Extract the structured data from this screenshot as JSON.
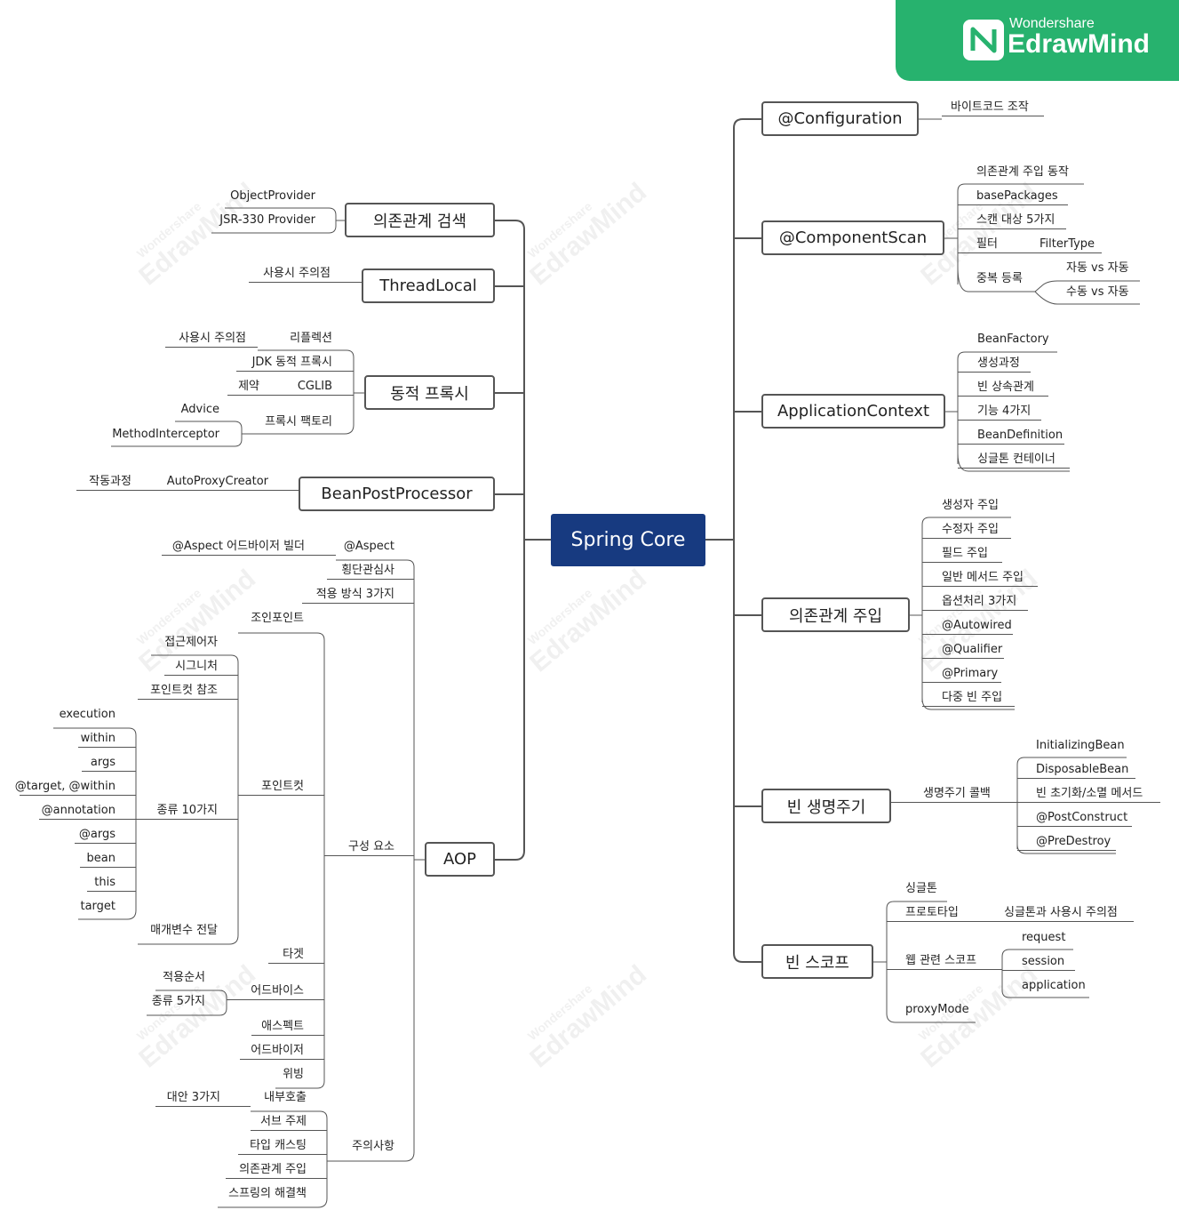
{
  "brand": {
    "line1": "Wondershare",
    "line2": "EdrawMind",
    "color": "#27b26e"
  },
  "watermark": {
    "line1": "Wondershare",
    "line2": "EdrawMind"
  },
  "root": {
    "label": "Spring Core",
    "color": "#173a80"
  },
  "right_topics": [
    {
      "label": "@Configuration",
      "children": [
        {
          "label": "바이트코드 조작"
        }
      ]
    },
    {
      "label": "@ComponentScan",
      "children": [
        {
          "label": "의존관계 주입 동작"
        },
        {
          "label": "basePackages"
        },
        {
          "label": "스캔 대상 5가지"
        },
        {
          "label": "필터",
          "children": [
            {
              "label": "FilterType"
            }
          ]
        },
        {
          "label": "중복 등록",
          "children": [
            {
              "label": "자동 vs 자동"
            },
            {
              "label": "수동 vs 자동"
            }
          ]
        }
      ]
    },
    {
      "label": "ApplicationContext",
      "children": [
        {
          "label": "BeanFactory"
        },
        {
          "label": "생성과정"
        },
        {
          "label": "빈 상속관계"
        },
        {
          "label": "기능 4가지"
        },
        {
          "label": "BeanDefinition"
        },
        {
          "label": "싱글톤 컨테이너"
        }
      ]
    },
    {
      "label": "의존관계 주입",
      "children": [
        {
          "label": "생성자 주입"
        },
        {
          "label": "수정자 주입"
        },
        {
          "label": "필드 주입"
        },
        {
          "label": "일반 메서드 주입"
        },
        {
          "label": "옵션처리 3가지"
        },
        {
          "label": "@Autowired"
        },
        {
          "label": "@Qualifier"
        },
        {
          "label": "@Primary"
        },
        {
          "label": "다중 빈 주입"
        }
      ]
    },
    {
      "label": "빈 생명주기",
      "children": [
        {
          "label": "생명주기 콜백",
          "children": [
            {
              "label": "InitializingBean"
            },
            {
              "label": "DisposableBean"
            },
            {
              "label": "빈 초기화/소멸 메서드"
            },
            {
              "label": "@PostConstruct"
            },
            {
              "label": "@PreDestroy"
            }
          ]
        }
      ]
    },
    {
      "label": "빈 스코프",
      "children": [
        {
          "label": "싱글톤"
        },
        {
          "label": "프로토타입",
          "children": [
            {
              "label": "싱글톤과 사용시 주의점"
            }
          ]
        },
        {
          "label": "웹 관련 스코프",
          "children": [
            {
              "label": "request"
            },
            {
              "label": "session"
            },
            {
              "label": "application"
            }
          ]
        },
        {
          "label": "proxyMode"
        }
      ]
    }
  ],
  "left_topics": [
    {
      "label": "의존관계 검색",
      "children": [
        {
          "label": "ObjectProvider"
        },
        {
          "label": "JSR-330 Provider"
        }
      ]
    },
    {
      "label": "ThreadLocal",
      "children": [
        {
          "label": "사용시 주의점"
        }
      ]
    },
    {
      "label": "동적 프록시",
      "children": [
        {
          "label": "리플렉션",
          "children": [
            {
              "label": "사용시 주의점"
            }
          ]
        },
        {
          "label": "JDK 동적 프록시"
        },
        {
          "label": "CGLIB",
          "children": [
            {
              "label": "제약"
            }
          ]
        },
        {
          "label": "프록시 팩토리",
          "children": [
            {
              "label": "Advice"
            },
            {
              "label": "MethodInterceptor"
            }
          ]
        }
      ]
    },
    {
      "label": "BeanPostProcessor",
      "children": [
        {
          "label": "AutoProxyCreator",
          "children": [
            {
              "label": "작동과정"
            }
          ]
        }
      ]
    },
    {
      "label": "AOP",
      "children": [
        {
          "label": "@Aspect",
          "children": [
            {
              "label": "@Aspect 어드바이저 빌더"
            }
          ]
        },
        {
          "label": "횡단관심사"
        },
        {
          "label": "적용 방식 3가지"
        },
        {
          "label": "구성 요소",
          "children": [
            {
              "label": "조인포인트"
            },
            {
              "label": "포인트컷",
              "children": [
                {
                  "label": "접근제어자"
                },
                {
                  "label": "시그니처"
                },
                {
                  "label": "포인트컷 참조"
                },
                {
                  "label": "종류 10가지",
                  "children": [
                    {
                      "label": "execution"
                    },
                    {
                      "label": "within"
                    },
                    {
                      "label": "args"
                    },
                    {
                      "label": "@target, @within"
                    },
                    {
                      "label": "@annotation"
                    },
                    {
                      "label": "@args"
                    },
                    {
                      "label": "bean"
                    },
                    {
                      "label": "this"
                    },
                    {
                      "label": "target"
                    }
                  ]
                },
                {
                  "label": "매개변수 전달"
                }
              ]
            },
            {
              "label": "타겟"
            },
            {
              "label": "어드바이스",
              "children": [
                {
                  "label": "적용순서"
                },
                {
                  "label": "종류 5가지"
                }
              ]
            },
            {
              "label": "애스펙트"
            },
            {
              "label": "어드바이저"
            },
            {
              "label": "위빙"
            }
          ]
        },
        {
          "label": "주의사항",
          "children": [
            {
              "label": "내부호출",
              "children": [
                {
                  "label": "대안 3가지"
                }
              ]
            },
            {
              "label": "서브 주제"
            },
            {
              "label": "타입 캐스팅"
            },
            {
              "label": "의존관계 주입"
            },
            {
              "label": "스프링의 해결책"
            }
          ]
        }
      ]
    }
  ]
}
